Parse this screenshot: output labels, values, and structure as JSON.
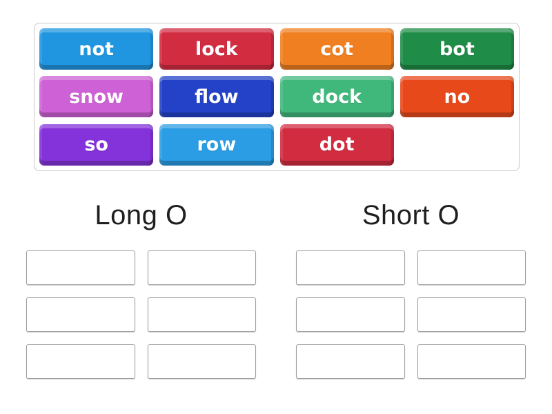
{
  "tray": {
    "tiles": [
      {
        "word": "not",
        "color": "#2196e0"
      },
      {
        "word": "lock",
        "color": "#d22c41"
      },
      {
        "word": "cot",
        "color": "#f07f21"
      },
      {
        "word": "bot",
        "color": "#1f8c47"
      },
      {
        "word": "snow",
        "color": "#cd61d5"
      },
      {
        "word": "flow",
        "color": "#2342c8"
      },
      {
        "word": "dock",
        "color": "#40b87c"
      },
      {
        "word": "no",
        "color": "#e8491b"
      },
      {
        "word": "so",
        "color": "#8432da"
      },
      {
        "word": "row",
        "color": "#2b9de4"
      },
      {
        "word": "dot",
        "color": "#d22c41"
      }
    ]
  },
  "groups": [
    {
      "label": "Long O",
      "slot_count": 6
    },
    {
      "label": "Short O",
      "slot_count": 6
    }
  ],
  "colors": {
    "background": "#ffffff",
    "tray_border": "#c9c9c9",
    "slot_border": "#9c9c9c",
    "header_text": "#1f1f1f",
    "tile_text": "#ffffff"
  }
}
